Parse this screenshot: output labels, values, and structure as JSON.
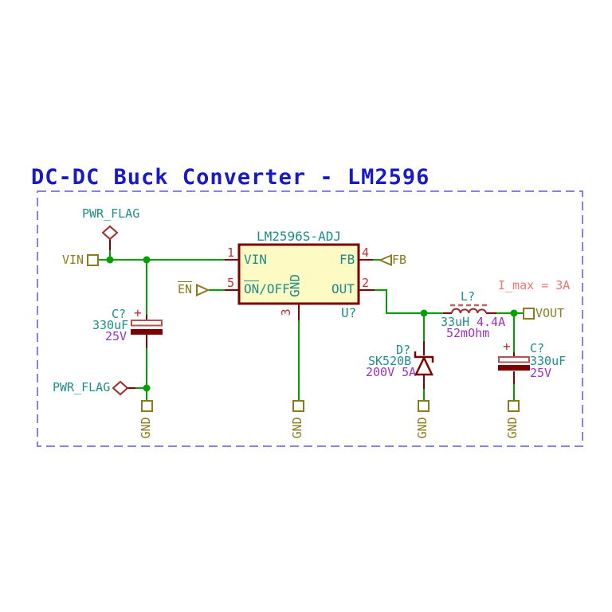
{
  "sheet": {
    "title": "DC-DC Buck Converter - LM2596",
    "annotation_imax": "I_max = 3A"
  },
  "ic": {
    "ref": "U?",
    "value": "LM2596S-ADJ",
    "pins": {
      "vin": {
        "num": "1",
        "label": "VIN"
      },
      "onoff": {
        "num": "5",
        "label_on": "ON",
        "label_off": "/OFF"
      },
      "gnd": {
        "num": "3",
        "label": "GND"
      },
      "fb": {
        "num": "4",
        "label": "FB"
      },
      "out": {
        "num": "2",
        "label": "OUT"
      }
    }
  },
  "capacitors": {
    "input": {
      "ref": "C?",
      "plus": "+",
      "value": "330uF",
      "voltage": "25V"
    },
    "output": {
      "ref": "C?",
      "plus": "+",
      "value": "330uF",
      "voltage": "25V"
    }
  },
  "inductor": {
    "ref": "L?",
    "value": "33uH",
    "current": "4.4A",
    "resistance": "52mOhm"
  },
  "diode": {
    "ref": "D?",
    "value": "SK520B",
    "rating": "200V 5A"
  },
  "ports": {
    "vin": "VIN",
    "en": "EN",
    "fb": "FB",
    "vout": "VOUT"
  },
  "power": {
    "flag_top": "PWR_FLAG",
    "flag_bottom": "PWR_FLAG",
    "gnd1": "GND",
    "gnd2": "GND",
    "gnd3": "GND",
    "gnd4": "GND"
  },
  "colors": {
    "title": "#1A1AC4",
    "border": "#8484E0",
    "wire": "#00A000",
    "symbol_dark_red": "#7C0000",
    "pin_stub_red": "#840000",
    "teal": "#1E8C8C",
    "olive": "#8B7B1E",
    "purple": "#9B30C8",
    "pin_number_red": "#C03030",
    "annotation_salmon": "#F27272",
    "ic_fill": "#FDFBC3"
  }
}
